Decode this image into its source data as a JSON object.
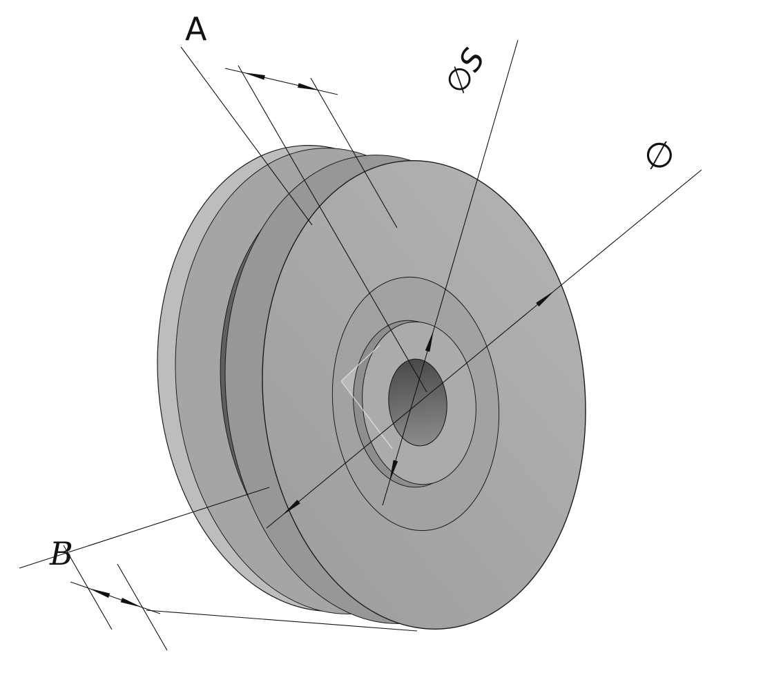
{
  "drawing": {
    "name": "Grooved pulley wheel — isometric dimensioned technical drawing",
    "labels": {
      "groove_width": "A",
      "overall_width": "B",
      "hub_diameter": "∅S",
      "outer_diameter": "∅"
    },
    "colors": {
      "background": "#ffffff",
      "outline": "#1a1a1a",
      "dim_line": "#111111",
      "rim_light": "#bdbdbd",
      "back_face": "#a5a5a5",
      "groove_dark": "#5e5e5e",
      "groove_light": "#8f8f8f",
      "flange_wall": "#979797",
      "face_light": "#b4b4b4",
      "face_dark": "#9c9c9c",
      "ring": "#a2a2a2",
      "hub_side": "#8e8e8e",
      "hub_face": "#ababab",
      "bore_top": "#494949",
      "bore_bottom": "#8c8c8c",
      "highlight": "#e8e8e8"
    }
  }
}
